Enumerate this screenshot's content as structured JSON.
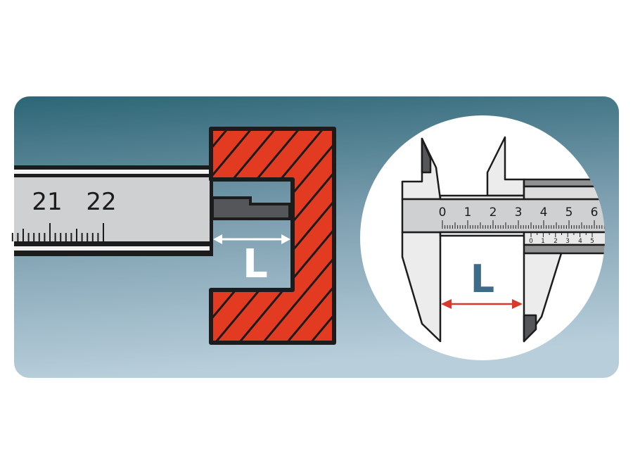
{
  "figure": {
    "left_ruler": {
      "labels": [
        "21",
        "22"
      ]
    },
    "left_dimension_label": "L",
    "caliper": {
      "main_scale_labels": [
        "0",
        "1",
        "2",
        "3",
        "4",
        "5",
        "6"
      ],
      "vernier_scale_labels": [
        "0",
        "1",
        "2",
        "3",
        "4",
        "5"
      ]
    },
    "right_dimension_label": "L"
  },
  "colors": {
    "panel_top": "#2c6676",
    "panel_bottom": "#b4cad7",
    "workpiece": "#e33b22",
    "arrow_red": "#d9392a",
    "label_blue": "#3d6c8b",
    "ruler_gray": "#cfd0d1",
    "jaw_dark": "#555659"
  }
}
